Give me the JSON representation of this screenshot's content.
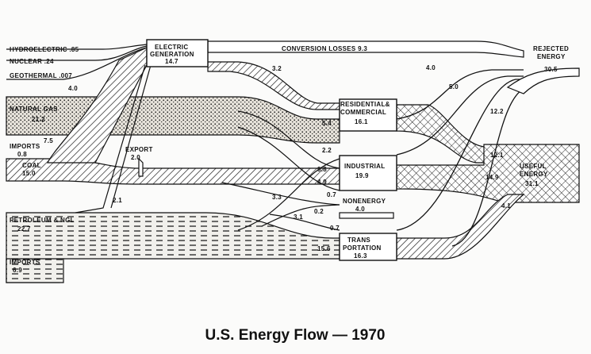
{
  "title": "U.S. Energy Flow — 1970",
  "sources": {
    "hydroelectric": "HYDROELECTRIC .85",
    "nuclear": "NUCLEAR .24",
    "geothermal": "GEOTHERMAL .007",
    "natural_gas": "NATURAL GAS",
    "natural_gas_value": "21.2",
    "imports_gas": "IMPORTS",
    "imports_gas_value": "0.8",
    "coal": "COAL",
    "coal_value": "15.0",
    "petroleum": "PETROLEUM & NGL",
    "petroleum_value": "22.7",
    "imports_oil": "IMPORTS",
    "imports_oil_value": "6.9"
  },
  "nodes": {
    "electric": "ELECTRIC",
    "generation": "GENERATION",
    "electric_value": "14.7",
    "conversion_losses": "CONVERSION LOSSES 9.3",
    "rejected": "REJECTED",
    "energy": "ENERGY",
    "rejected_value": "30.5",
    "residential": "RESIDENTIAL&",
    "commercial": "COMMERCIAL",
    "residential_value": "16.1",
    "industrial": "INDUSTRIAL",
    "industrial_value": "19.9",
    "nonenergy": "NONENERGY",
    "nonenergy_value": "4.0",
    "trans": "TRANS",
    "portation": "PORTATION",
    "transportation_value": "16.3",
    "useful": "USEFUL",
    "useful_energy": "ENERGY",
    "useful_value": "31.1",
    "export": "EXPORT",
    "export_value": "2.0"
  },
  "flow_labels": {
    "f_4_0_left": "4.0",
    "f_7_5": "7.5",
    "f_3_2": "3.2",
    "f_2_1": "2.1",
    "f_4_0_right": "4.0",
    "f_5_0": "5.0",
    "f_12_2": "12.2",
    "f_5_4": "5.4",
    "f_2_2": "2.2",
    "f_9_8": "9.8",
    "f_4_9": "4.9",
    "f_0_7_top": "0.7",
    "f_3_3": "3.3",
    "f_3_1": "3.1",
    "f_0_2": "0.2",
    "f_0_7_bottom": "0.7",
    "f_15_6": "15.6",
    "f_12_1": "12.1",
    "f_14_9": "14.9",
    "f_4_1": "4.1"
  }
}
